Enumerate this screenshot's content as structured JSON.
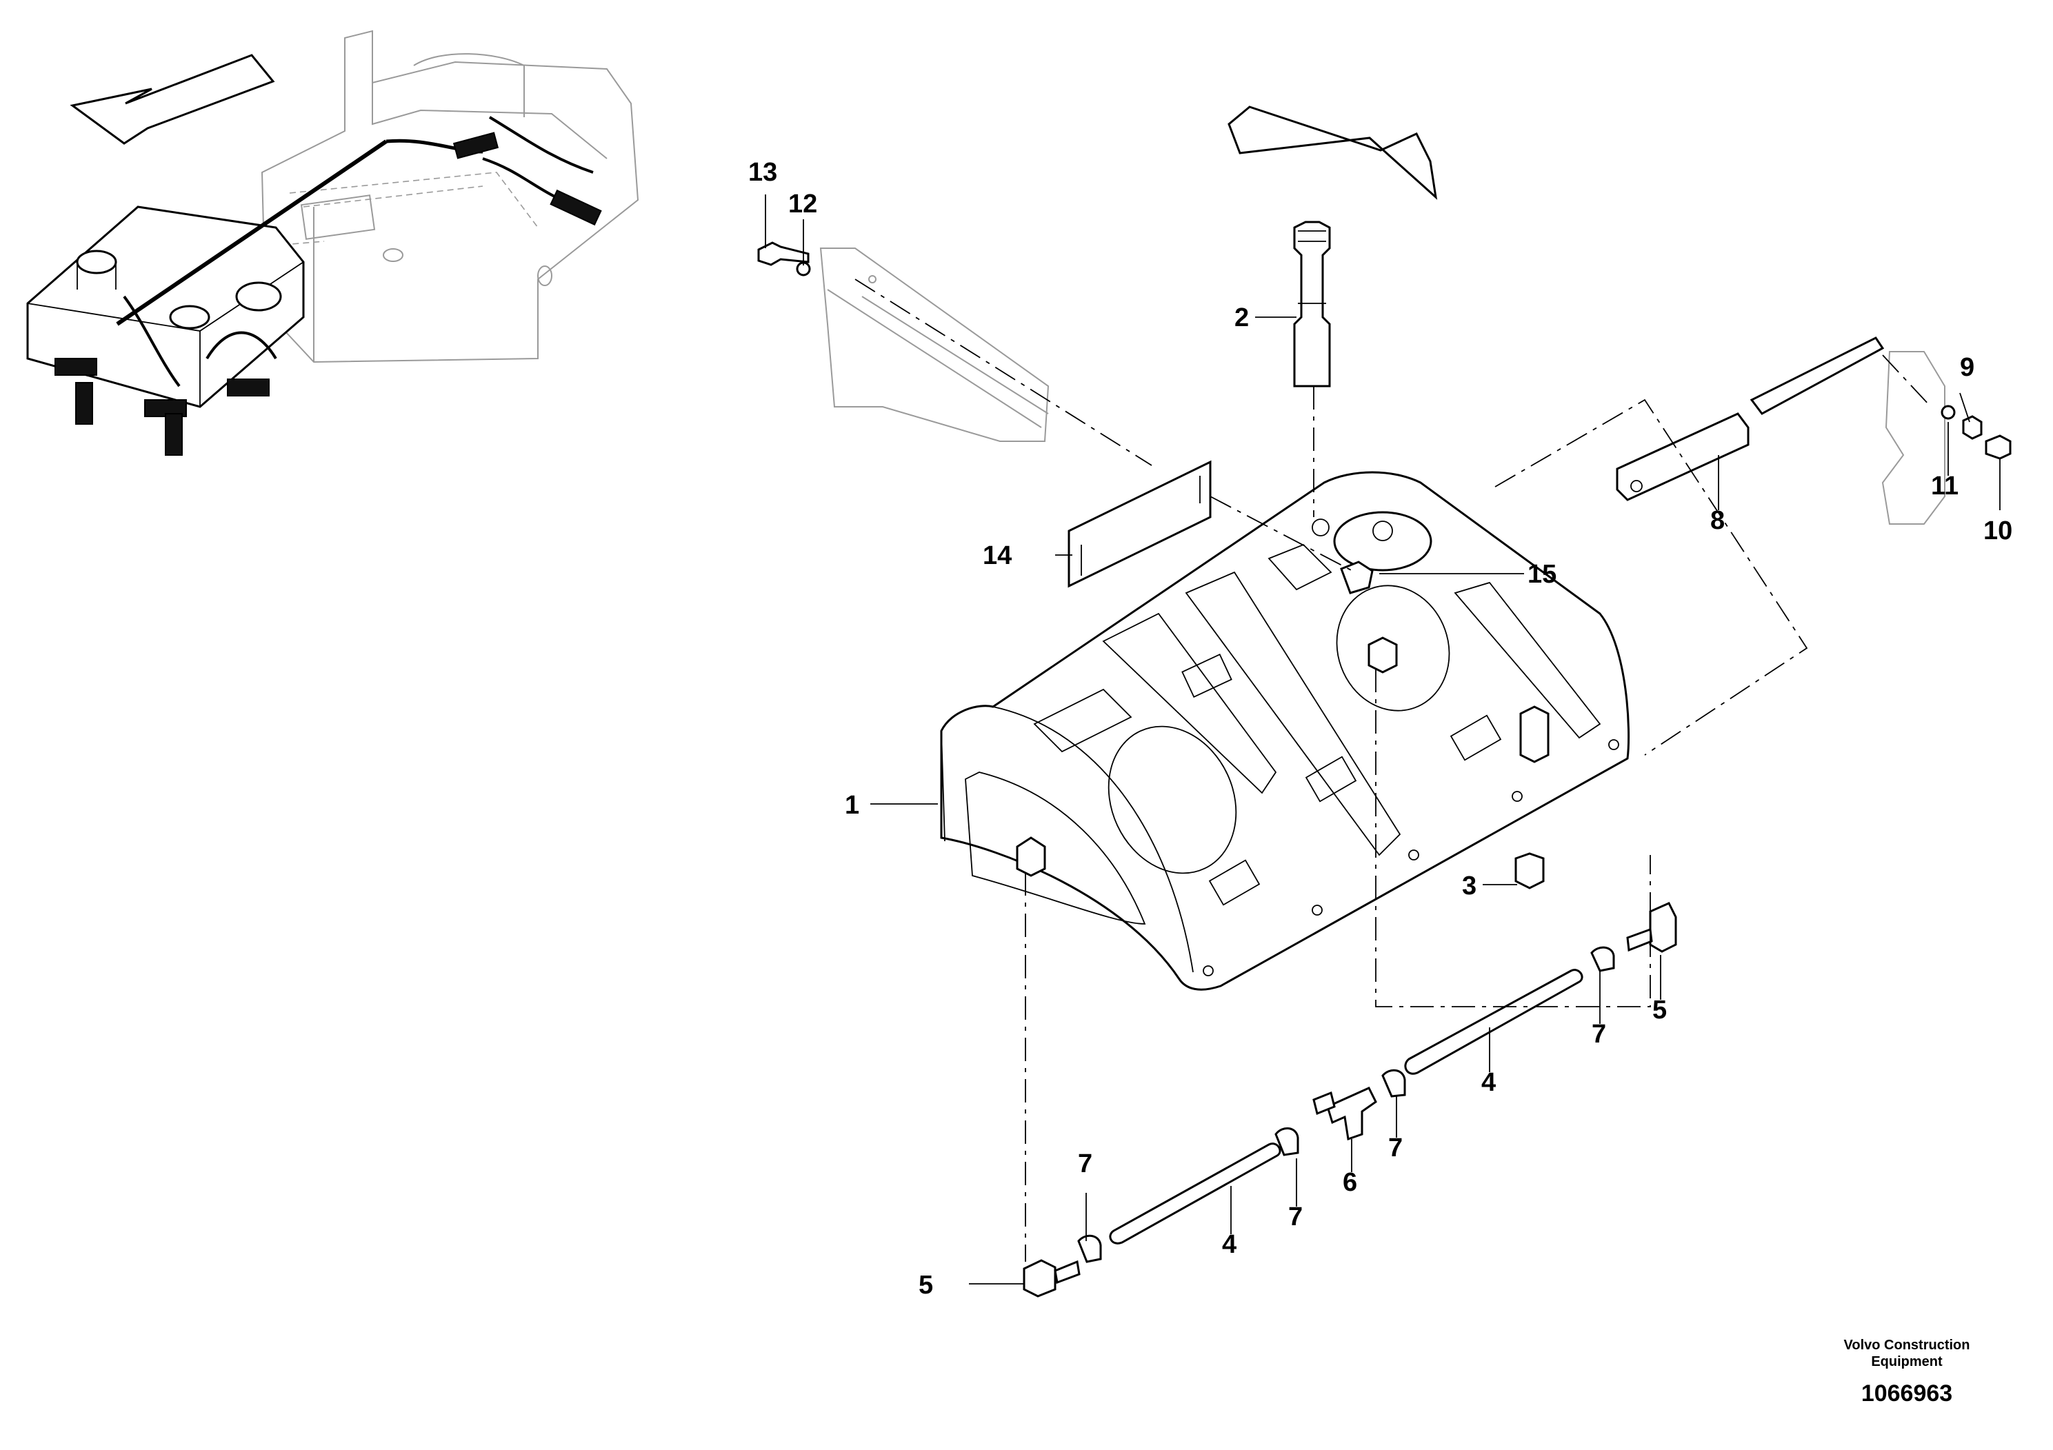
{
  "callouts": [
    {
      "id": "c1",
      "text": "1"
    },
    {
      "id": "c2",
      "text": "2"
    },
    {
      "id": "c3",
      "text": "3"
    },
    {
      "id": "c4a",
      "text": "4"
    },
    {
      "id": "c4b",
      "text": "4"
    },
    {
      "id": "c5a",
      "text": "5"
    },
    {
      "id": "c5b",
      "text": "5"
    },
    {
      "id": "c6",
      "text": "6"
    },
    {
      "id": "c7a",
      "text": "7"
    },
    {
      "id": "c7b",
      "text": "7"
    },
    {
      "id": "c7c",
      "text": "7"
    },
    {
      "id": "c7d",
      "text": "7"
    },
    {
      "id": "c8",
      "text": "8"
    },
    {
      "id": "c9",
      "text": "9"
    },
    {
      "id": "c10",
      "text": "10"
    },
    {
      "id": "c11",
      "text": "11"
    },
    {
      "id": "c12",
      "text": "12"
    },
    {
      "id": "c13",
      "text": "13"
    },
    {
      "id": "c14",
      "text": "14"
    },
    {
      "id": "c15",
      "text": "15"
    }
  ],
  "footer": {
    "brand_line1": "Volvo Construction",
    "brand_line2": "Equipment",
    "doc_number": "1066963"
  },
  "icons": [
    "direction-arrow-icon"
  ]
}
